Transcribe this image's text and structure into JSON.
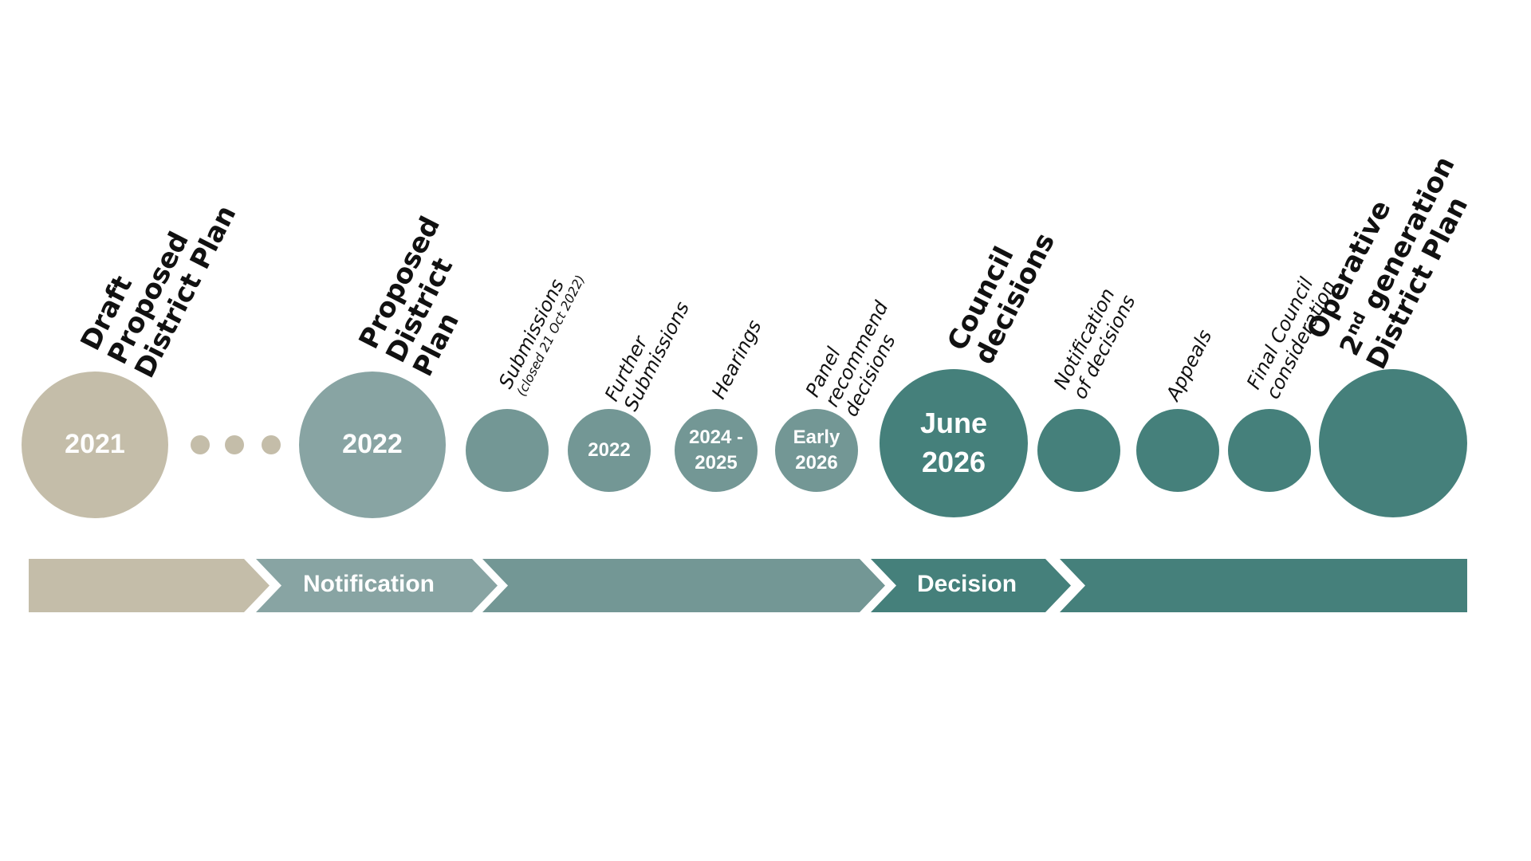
{
  "colors": {
    "beige": "#c4bda9",
    "light_teal": "#88a4a3",
    "mid_teal": "#739795",
    "dark_teal": "#45807b"
  },
  "milestones": [
    {
      "id": "draft-proposed-district-plan",
      "circle_text": [
        "2021"
      ],
      "label_lines": [
        "Draft",
        "Proposed",
        "District Plan"
      ],
      "color": "#c4bda9",
      "style": "bold"
    },
    {
      "id": "proposed-district-plan",
      "circle_text": [
        "2022"
      ],
      "label_lines": [
        "Proposed",
        "District",
        "Plan"
      ],
      "color": "#88a4a3",
      "style": "bold"
    },
    {
      "id": "submissions",
      "circle_text": [],
      "label_lines": [
        "Submissions"
      ],
      "label_note": "(closed 21 Oct 2022)",
      "color": "#739795",
      "style": "light"
    },
    {
      "id": "further-submissions",
      "circle_text": [
        "2022"
      ],
      "label_lines": [
        "Further",
        "Submissions"
      ],
      "color": "#739795",
      "style": "light"
    },
    {
      "id": "hearings",
      "circle_text": [
        "2024 -",
        "2025"
      ],
      "label_lines": [
        "Hearings"
      ],
      "color": "#739795",
      "style": "light"
    },
    {
      "id": "panel-recommend-decisions",
      "circle_text": [
        "Early",
        "2026"
      ],
      "label_lines": [
        "Panel",
        "recommend",
        "decisions"
      ],
      "color": "#739795",
      "style": "light"
    },
    {
      "id": "council-decisions",
      "circle_text": [
        "June",
        "2026"
      ],
      "label_lines": [
        "Council",
        "decisions"
      ],
      "color": "#45807b",
      "style": "bold"
    },
    {
      "id": "notification-of-decisions",
      "circle_text": [],
      "label_lines": [
        "Notification",
        "of decisions"
      ],
      "color": "#45807b",
      "style": "light"
    },
    {
      "id": "appeals",
      "circle_text": [],
      "label_lines": [
        "Appeals"
      ],
      "color": "#45807b",
      "style": "light"
    },
    {
      "id": "final-council-consideration",
      "circle_text": [],
      "label_lines": [
        "Final Council",
        "consideration"
      ],
      "color": "#45807b",
      "style": "light"
    },
    {
      "id": "operative-district-plan",
      "circle_text": [],
      "label_lines": [
        "Operative",
        "2nd generation",
        "District Plan"
      ],
      "label_sup": {
        "line": 1,
        "base": "2",
        "sup": "nd",
        "rest": " generation"
      },
      "color": "#45807b",
      "style": "bold"
    }
  ],
  "phases": [
    {
      "label": "",
      "color": "#c4bda9"
    },
    {
      "label": "Notification",
      "color": "#88a4a3"
    },
    {
      "label": "",
      "color": "#739795"
    },
    {
      "label": "Decision",
      "color": "#45807b"
    },
    {
      "label": "",
      "color": "#45807b"
    }
  ]
}
